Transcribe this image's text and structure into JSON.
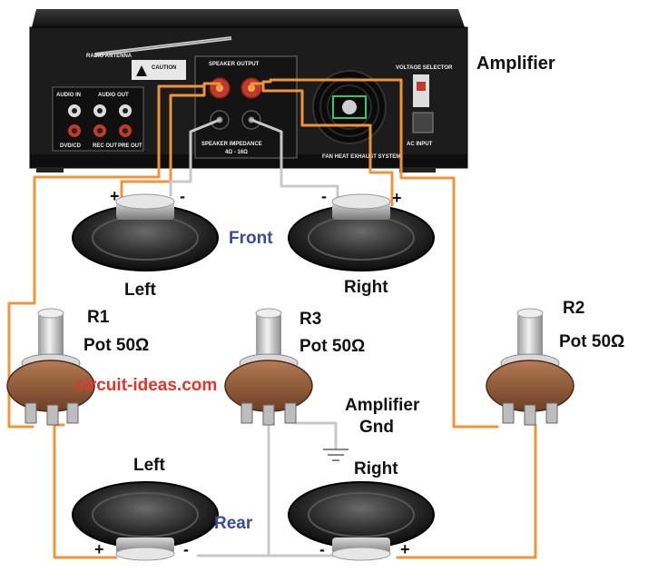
{
  "labels": {
    "amplifier": "Amplifier",
    "front": "Front",
    "rear": "Rear",
    "front_left": "Left",
    "front_right": "Right",
    "rear_left": "Left",
    "rear_right": "Right",
    "r1_name": "R1",
    "r1_value": "Pot 50Ω",
    "r2_name": "R2",
    "r2_value": "Pot 50Ω",
    "r3_name": "R3",
    "r3_value": "Pot 50Ω",
    "amp_gnd_line1": "Amplifier",
    "amp_gnd_line2": "Gnd",
    "watermark": "circuit-ideas.com",
    "plus": "+",
    "minus": "-"
  },
  "panel": {
    "radio_antenna": "RADIO ANTENNA",
    "speaker_output": "SPEAKER OUTPUT",
    "audio_in": "AUDIO IN",
    "audio_out": "AUDIO OUT",
    "speaker_impedance": "SPEAKER IMPEDANCE",
    "impedance_value": "4Ω - 16Ω",
    "fan_heat": "FAN HEAT EXHAUST SYSTEM",
    "voltage_selector": "VOLTAGE SELECTOR",
    "ac_input": "AC INPUT",
    "dvd_cd": "DVD/CD",
    "rec_out": "REC OUT",
    "pre_out": "PRE OUT",
    "caution": "CAUTION"
  },
  "colors": {
    "wire_orange": "#f0943a",
    "wire_gray": "#c8c8c8",
    "amp_body": "#1c1c1c",
    "label_blue": "#3b4a9a",
    "watermark_red": "#e0362c"
  }
}
